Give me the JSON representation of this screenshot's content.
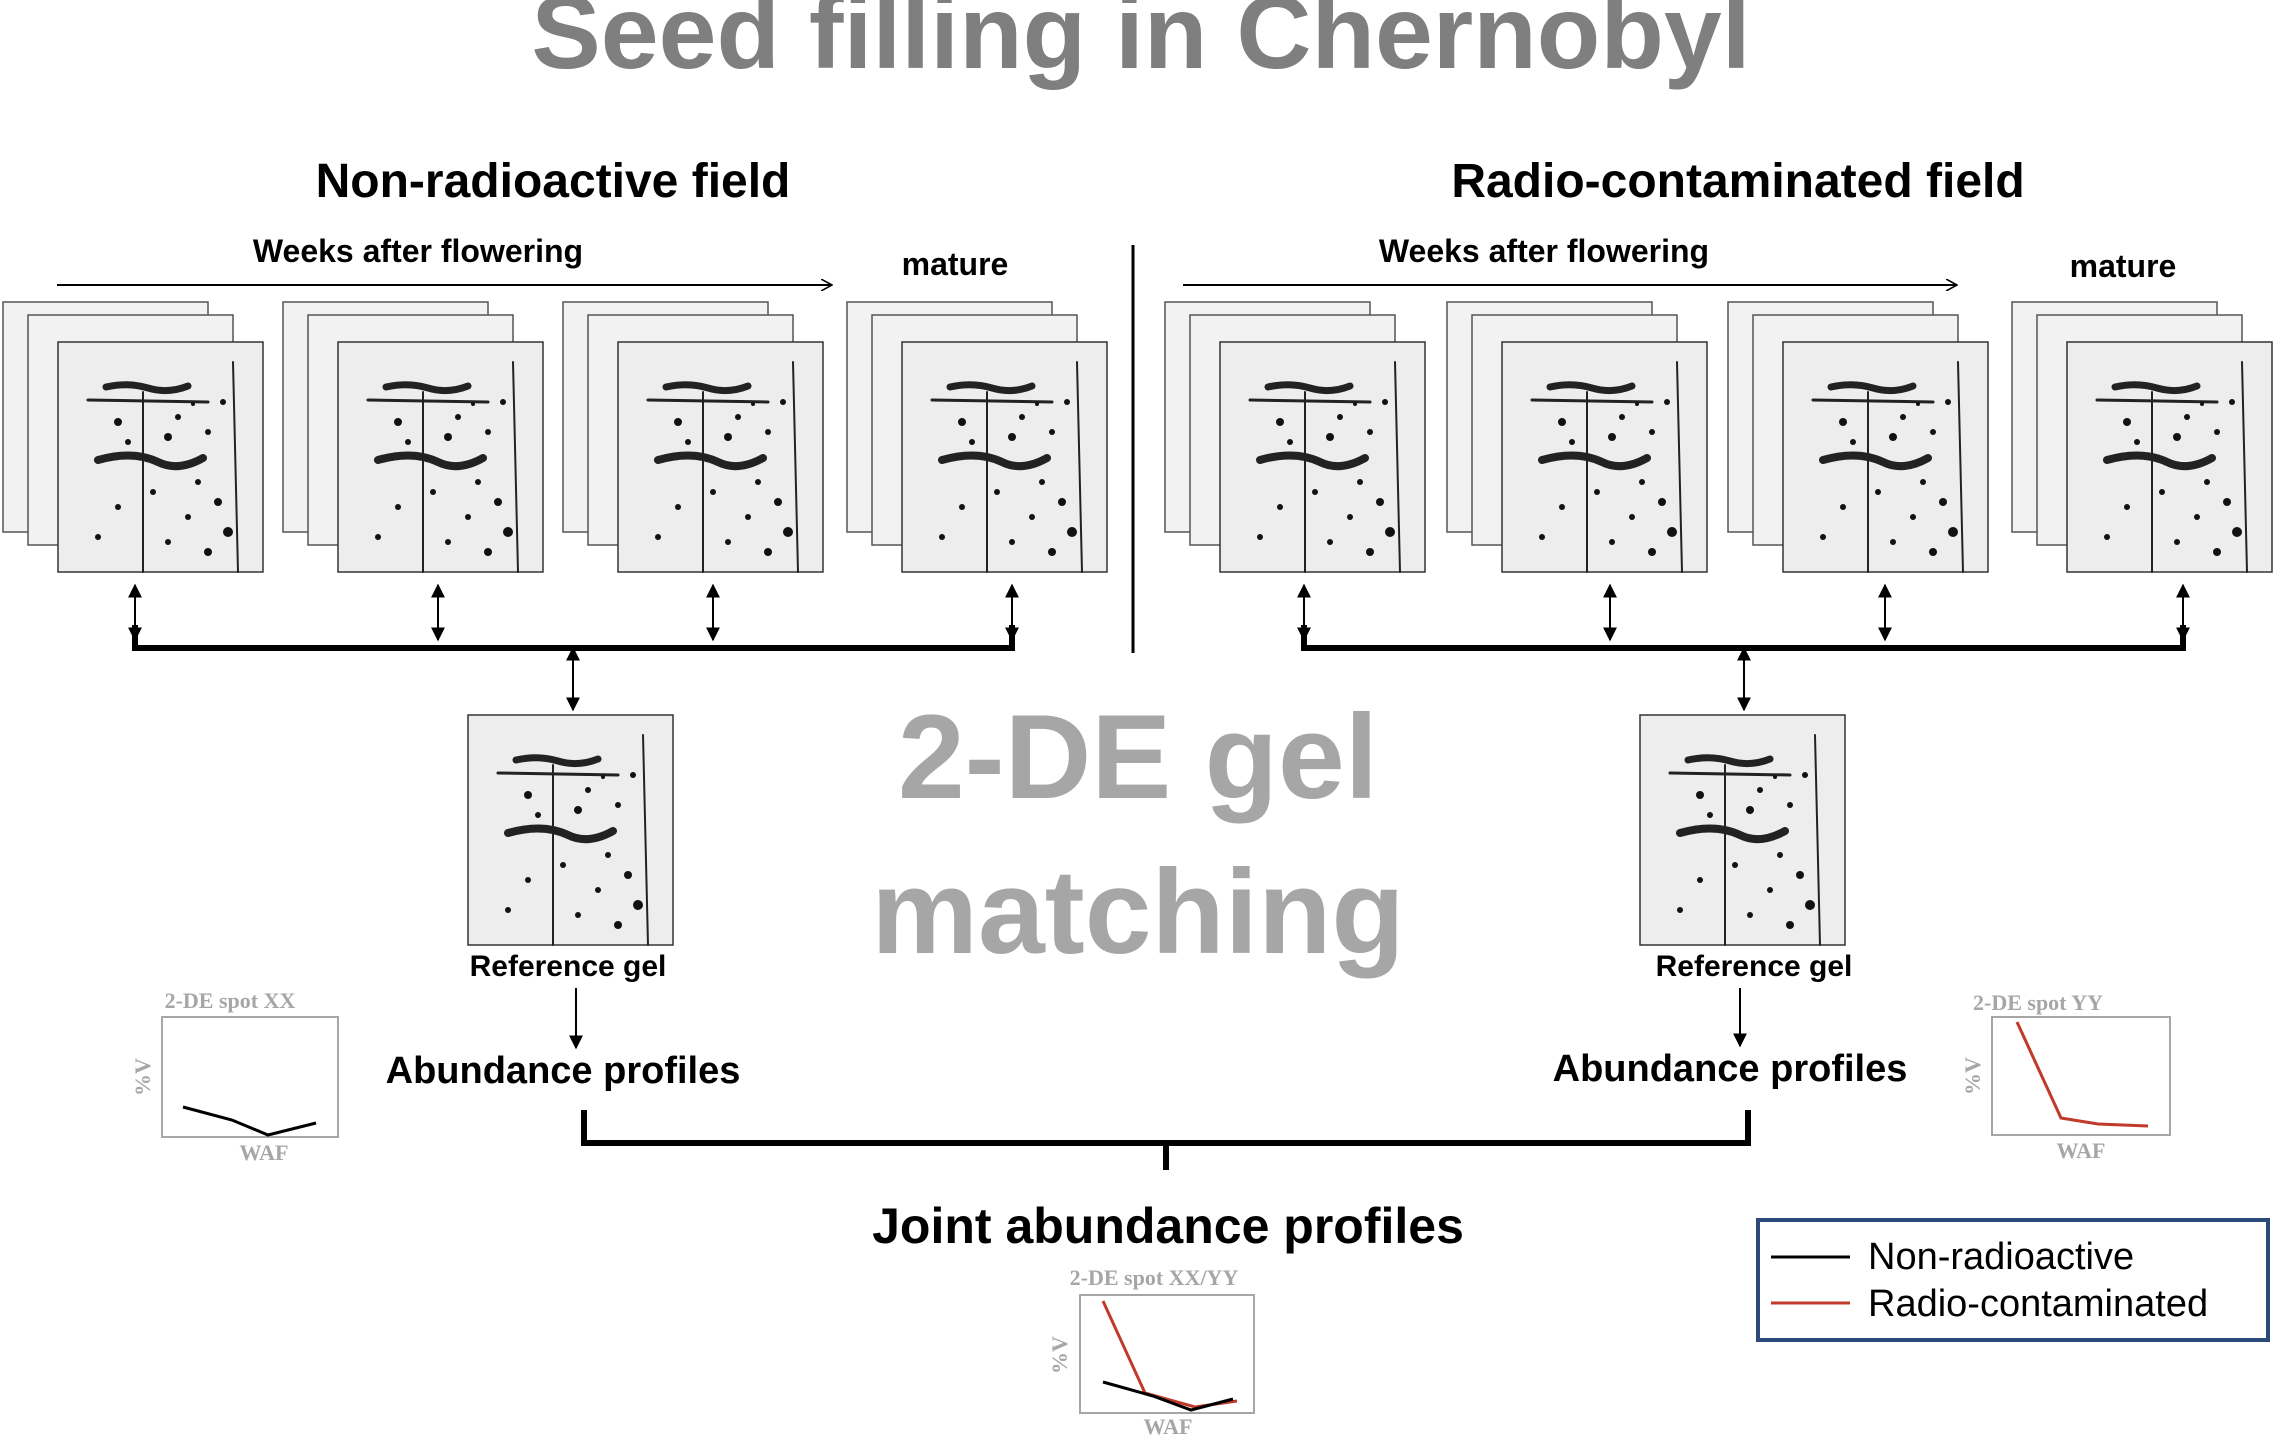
{
  "title": "Seed filling in Chernobyl",
  "left_field": {
    "heading": "Non-radioactive  field",
    "axis_label": "Weeks after flowering",
    "mature_label": "mature",
    "reference_label": "Reference gel",
    "profiles_label": "Abundance profiles"
  },
  "right_field": {
    "heading": "Radio-contaminated  field",
    "axis_label": "Weeks after flowering",
    "mature_label": "mature",
    "reference_label": "Reference gel",
    "profiles_label": "Abundance profiles"
  },
  "center_text": {
    "line1": "2-DE gel",
    "line2": "matching"
  },
  "joint_label": "Joint abundance profiles",
  "mini_charts": {
    "xx": {
      "title": "2-DE spot XX",
      "xlabel": "WAF",
      "ylabel": "%V"
    },
    "yy": {
      "title": "2-DE spot YY",
      "xlabel": "WAF",
      "ylabel": "%V"
    },
    "joint": {
      "title": "2-DE spot XX/YY",
      "xlabel": "WAF",
      "ylabel": "%V"
    }
  },
  "legend": {
    "items": [
      {
        "label": "Non-radioactive",
        "color": "#000000"
      },
      {
        "label": "Radio-contaminated",
        "color": "#c0392b"
      }
    ],
    "border_color": "#2e4a7a"
  },
  "colors": {
    "title_gray": "#7f7f7f",
    "center_gray": "#a6a6a6",
    "red": "#c0392b"
  }
}
